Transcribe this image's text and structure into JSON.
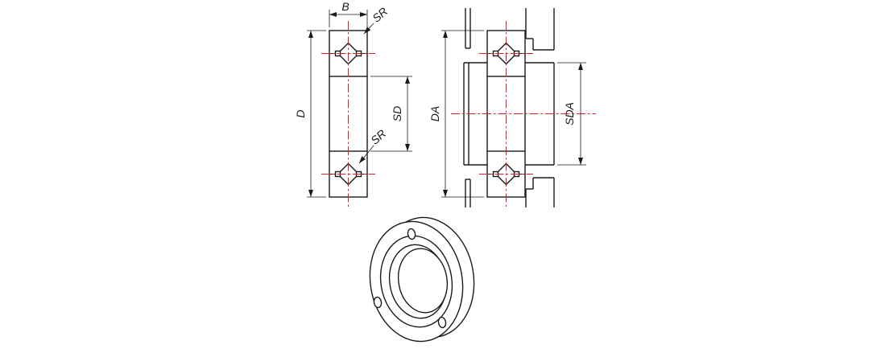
{
  "drawing": {
    "labels": {
      "width": "B",
      "sr_upper": "SR",
      "outer_diameter": "D",
      "bore_diameter": "SD",
      "sr_lower": "SR",
      "housing_diameter": "DA",
      "shaft_diameter": "SDA"
    },
    "colors": {
      "ink": "#1a1a1a",
      "centerline": "#e02020",
      "hatch": "#d96b6b",
      "background": "#ffffff"
    }
  }
}
